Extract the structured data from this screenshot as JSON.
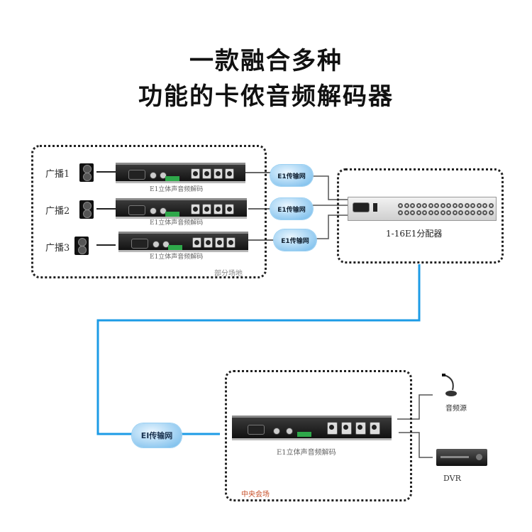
{
  "title": {
    "line1": "一款融合多种",
    "line2": "功能的卡侬音频解码器"
  },
  "partial_site": {
    "zone_label": "部分场地",
    "broadcasts": [
      {
        "label": "广播1",
        "device_caption": "E1立体声音频解码",
        "network": "E1传输网"
      },
      {
        "label": "广播2",
        "device_caption": "E1立体声音频解码",
        "network": "E1传输网"
      },
      {
        "label": "广播3",
        "device_caption": "E1立体声音频解码",
        "network": "E1传输网"
      }
    ]
  },
  "splitter": {
    "caption": "1-16E1分配器",
    "bnc_ports": 32
  },
  "backbone": {
    "network": "EI传输网",
    "line_color": "#1c9be6"
  },
  "central_site": {
    "zone_label": "中央会场",
    "zone_label_color": "#c8502a",
    "device_caption": "E1立体声音频解码",
    "outputs": [
      {
        "label": "音频源",
        "icon": "microphone-icon"
      },
      {
        "label": "DVR",
        "icon": "dvr-icon"
      }
    ]
  }
}
